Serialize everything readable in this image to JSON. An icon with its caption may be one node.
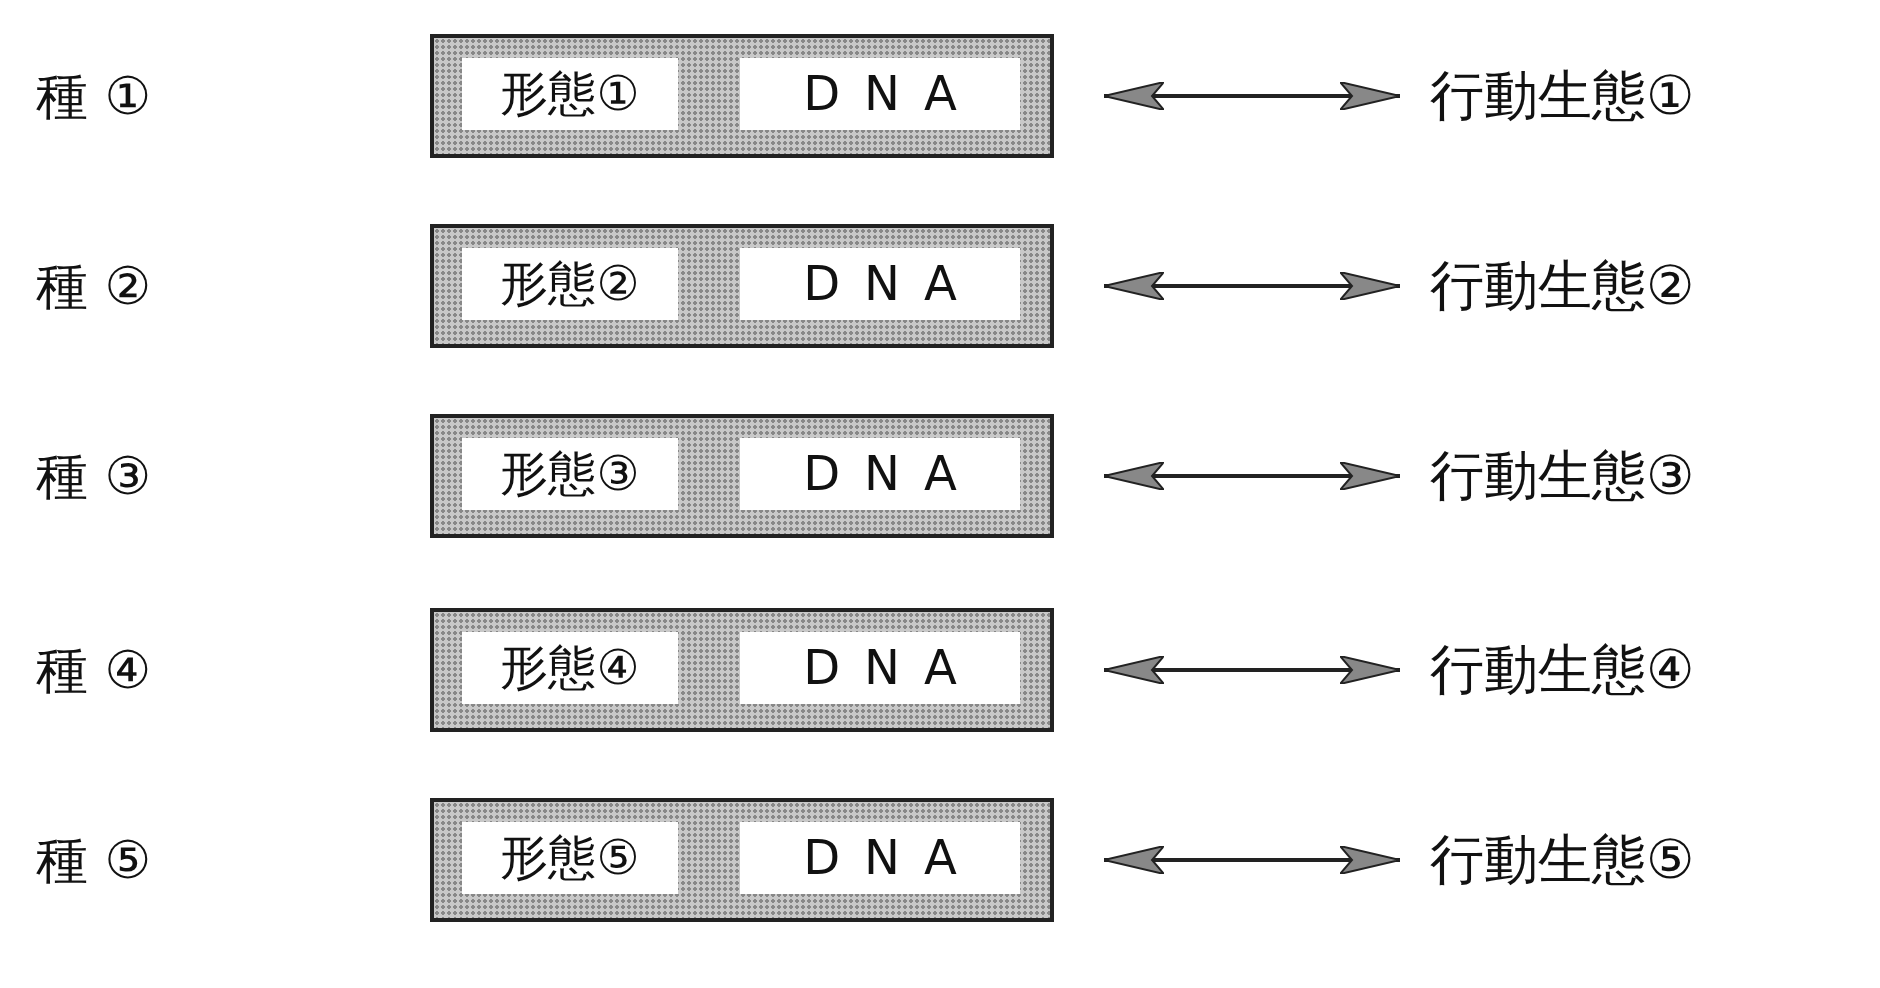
{
  "diagram": {
    "nodes": [
      {
        "text": [],
        "shape": "box"
      },
      {
        "text": [
          "形態①"
        ],
        "in": 0
      },
      {
        "text": [
          "DNA"
        ],
        "in": 0
      },
      {
        "text": [
          "行動生態①"
        ]
      },
      {
        "text": [],
        "shape": "box"
      },
      {
        "text": [
          "形態②"
        ],
        "in": 4
      },
      {
        "text": [
          "DNA"
        ],
        "in": 4
      },
      {
        "text": [
          "行動生態②"
        ]
      },
      {
        "text": [],
        "shape": "box"
      },
      {
        "text": [
          "形態③"
        ],
        "in": 8
      },
      {
        "text": [
          "DNA"
        ],
        "in": 8
      },
      {
        "text": [
          "行動生態③"
        ]
      },
      {
        "text": [],
        "shape": "box"
      },
      {
        "text": [
          "形態④"
        ],
        "in": 12
      },
      {
        "text": [
          "DNA"
        ],
        "in": 12
      },
      {
        "text": [
          "行動生態④"
        ]
      },
      {
        "text": [],
        "shape": "box"
      },
      {
        "text": [
          "形態⑤"
        ],
        "in": 16
      },
      {
        "text": [
          "DNA"
        ],
        "in": 16
      },
      {
        "text": [
          "行動生態⑤"
        ]
      }
    ],
    "edges": [
      {
        "from": 0,
        "to": 3,
        "arrow": "both"
      },
      {
        "from": 4,
        "to": 7,
        "arrow": "both"
      },
      {
        "from": 8,
        "to": 11,
        "arrow": "both"
      },
      {
        "from": 12,
        "to": 15,
        "arrow": "both"
      },
      {
        "from": 16,
        "to": 19,
        "arrow": "both"
      }
    ],
    "labels": [
      "種 ①",
      "種 ②",
      "種 ③",
      "種 ④",
      "種 ⑤"
    ]
  }
}
